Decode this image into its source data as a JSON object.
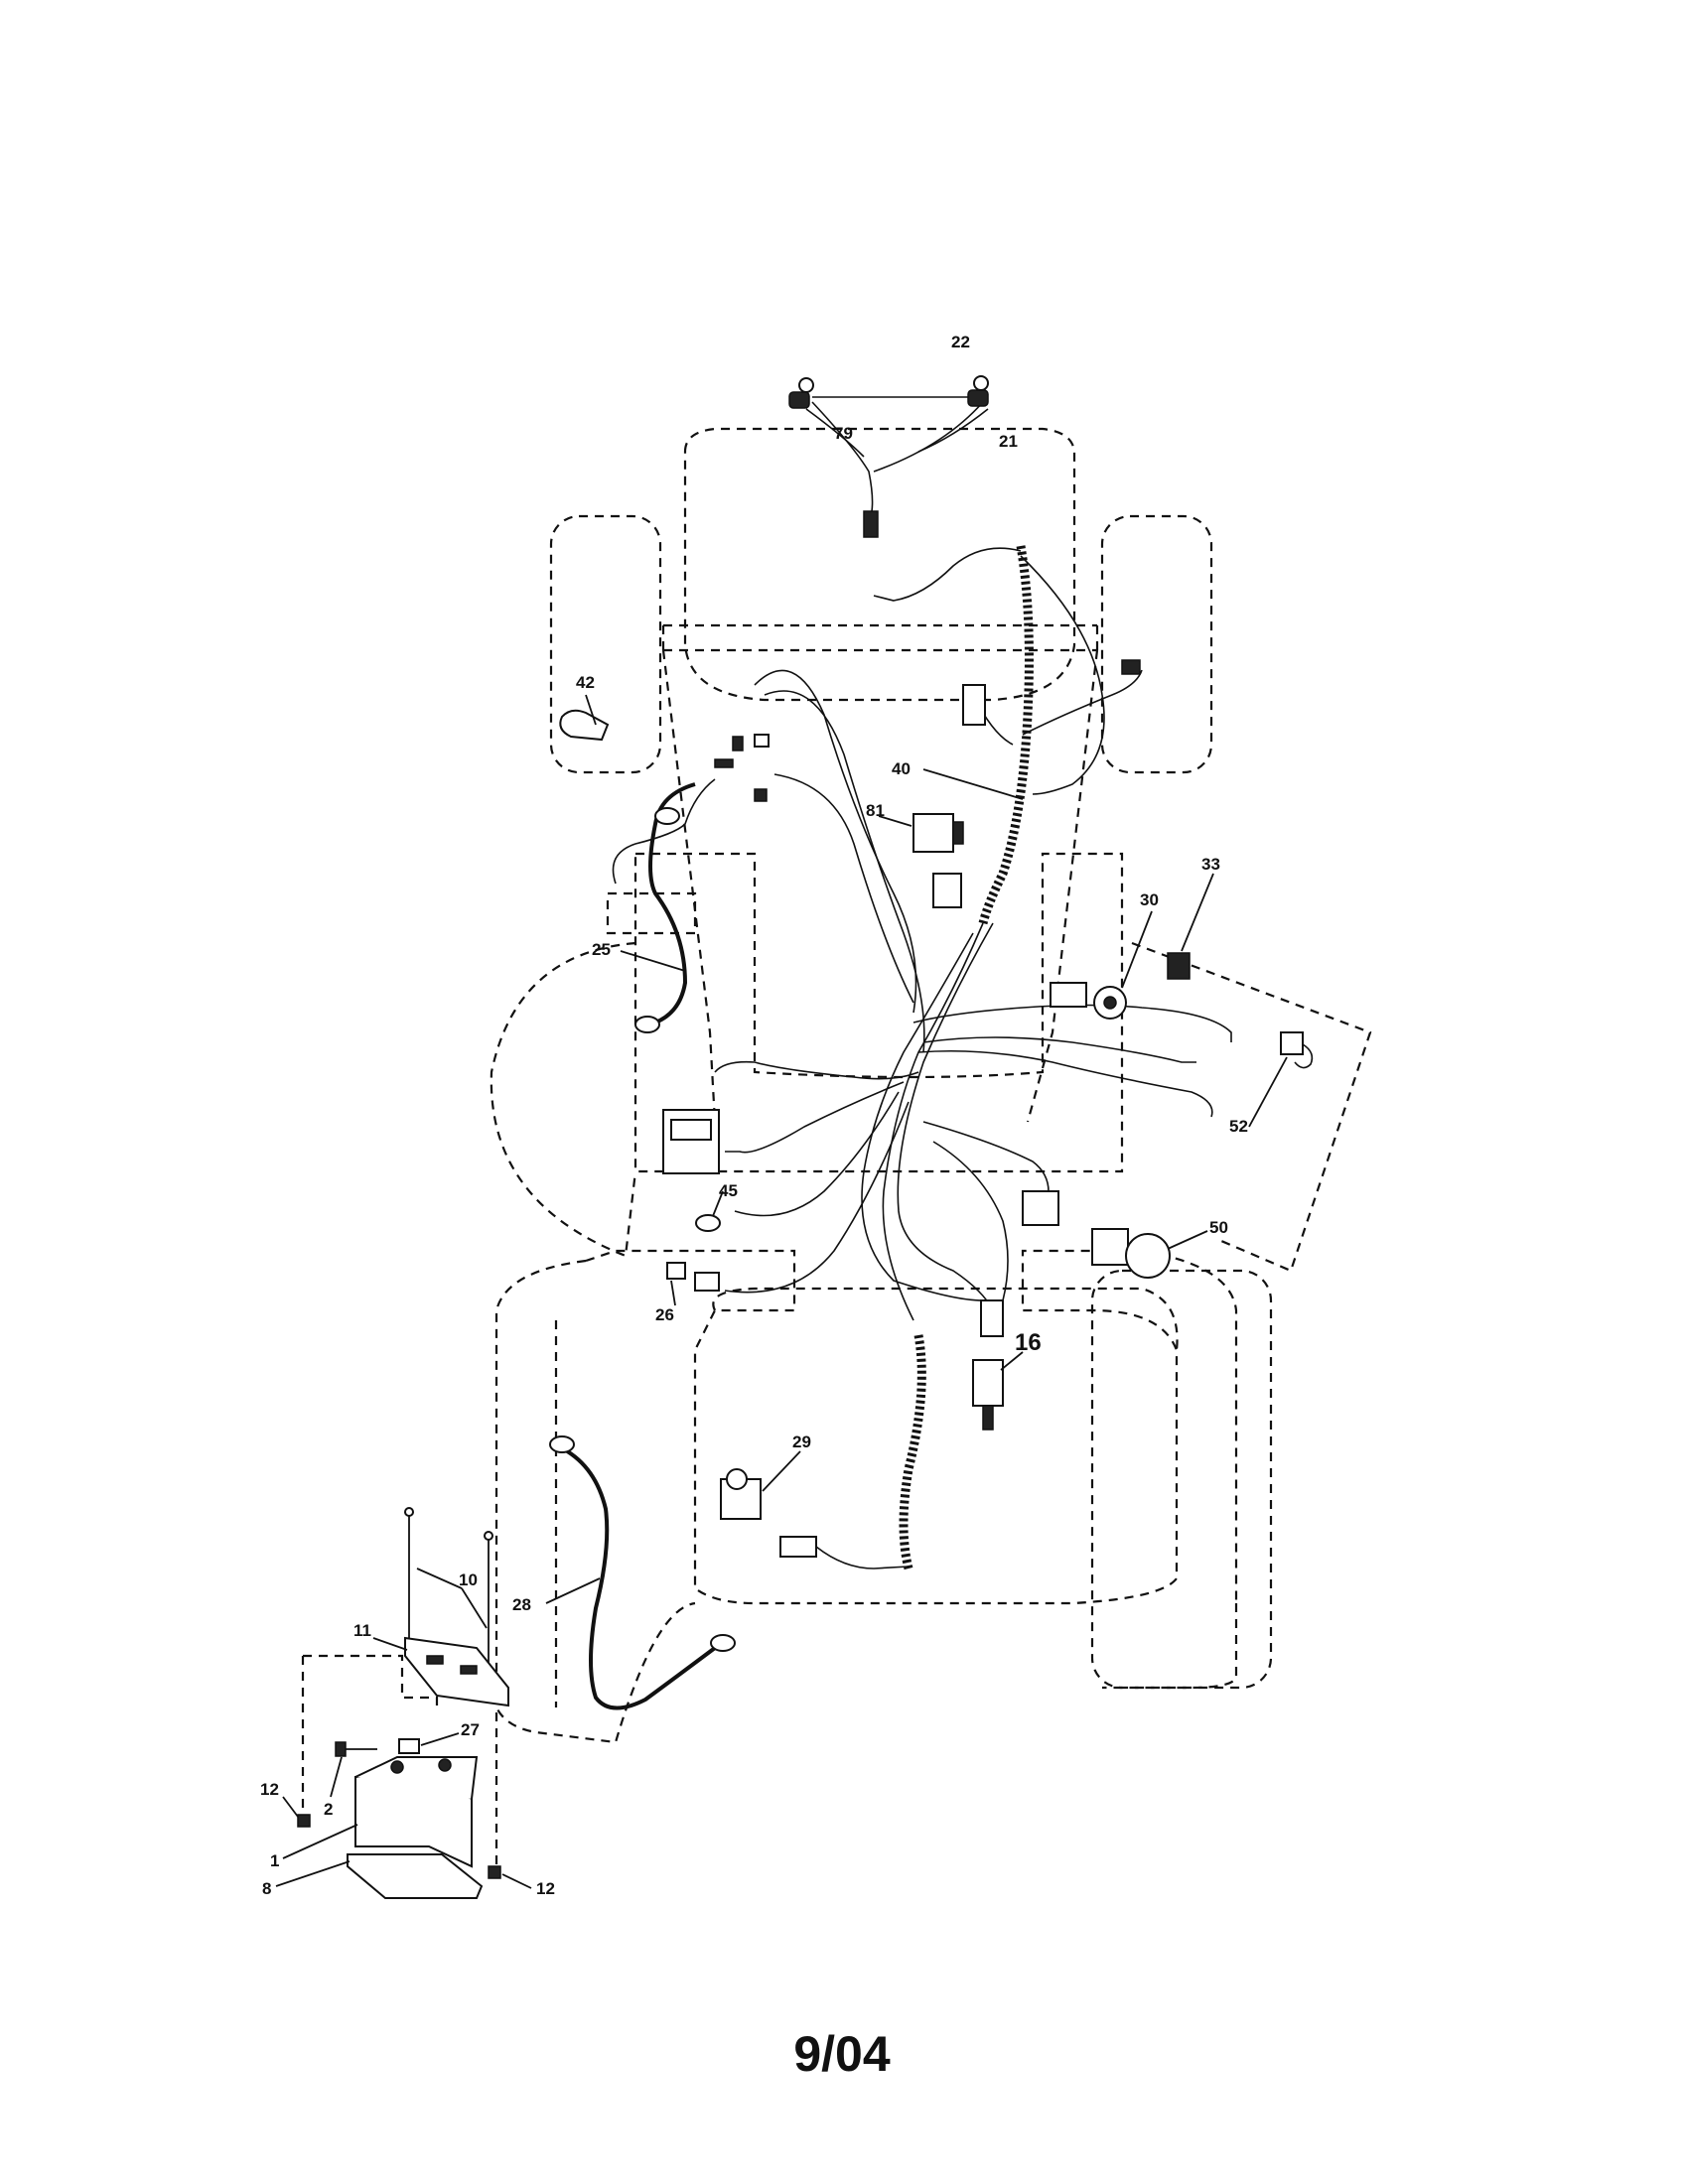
{
  "diagram": {
    "callouts": {
      "p22": "22",
      "p79": "79",
      "p21": "21",
      "p42": "42",
      "p40": "40",
      "p81": "81",
      "p33": "33",
      "p30": "30",
      "p25": "25",
      "p52": "52",
      "p45": "45",
      "p50": "50",
      "p26": "26",
      "p16": "16",
      "p29": "29",
      "p10": "10",
      "p28": "28",
      "p11": "11",
      "p27": "27",
      "p12a": "12",
      "p2": "2",
      "p1": "1",
      "p8": "8",
      "p12b": "12"
    }
  },
  "footer": {
    "date_code": "9/04"
  }
}
